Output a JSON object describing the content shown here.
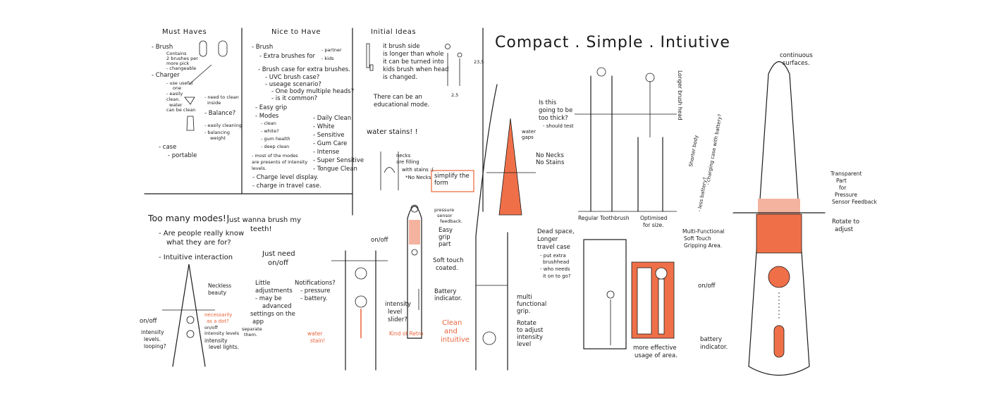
{
  "title": "Compact . Simple . Intiutive",
  "accent_color": "#ef7048",
  "columns": {
    "must_haves": {
      "heading": "Must Haves",
      "lines": [
        "- Brush",
        "Contains",
        "2 brushes per",
        "more pick",
        "- changeable",
        "- Charger",
        "- use useful",
        "one",
        "- easily",
        "clean.",
        "water",
        "can be clean",
        "- need to clean",
        "inside",
        "- Balance?",
        "- easily cleaning",
        "- balancing",
        "weight",
        "- case",
        "- portable"
      ]
    },
    "nice_to_have": {
      "heading": "Nice to Have",
      "lines": [
        "- Brush",
        "- Extra brushes for",
        "- partner",
        "- kids",
        "- Brush case for extra brushes.",
        "- UVC brush case?",
        "- useage scenario?",
        "- One body multiple heads?",
        "- is it common?",
        "- Easy grip",
        "- Modes",
        "- clean",
        "- white?",
        "- gum health",
        "- deep clean",
        "- most of the modes",
        "are presents of intensity",
        "levels.",
        "- Charge level display.",
        "- charge in travel case."
      ],
      "modes": [
        "- Daily Clean",
        "- White",
        "- Sensitive",
        "- Gum Care",
        "- Intense",
        "- Super Sensitive",
        "- Tongue Clean"
      ]
    },
    "initial_ideas": {
      "heading": "Initial Ideas",
      "note_1": [
        "it brush side",
        "is longer than whole",
        "it can be turned into",
        "kids brush when head",
        "is changed."
      ],
      "dims": [
        "23,5",
        "2,5"
      ],
      "note_2": [
        "There can be an",
        "educational mode."
      ],
      "note_3": "water stains! !",
      "note_4": [
        "necks",
        "are filling",
        "with stains :(",
        "*No Necks"
      ],
      "callout": "simplify the form"
    }
  },
  "problems": {
    "too_many_modes": "Too many modes!!",
    "just_wanna_brush": [
      "Just wanna brush my",
      "teeth!"
    ],
    "people_know": [
      "- Are people really know",
      "what they are for?"
    ],
    "intuitive": "- Intuitive interaction",
    "just_need": [
      "Just need",
      "on/off"
    ],
    "little_adjustments": [
      "Little",
      "adjustments",
      "- may be",
      "advanced",
      "settings on the",
      "app"
    ],
    "notifications": [
      "Notifications?",
      "- pressure",
      "- battery."
    ]
  },
  "sketch_labels": {
    "neckless": [
      "Neckless",
      "beauty"
    ],
    "on_off_1": "on/off",
    "intensity_1": [
      "intensity",
      "levels.",
      "looping?"
    ],
    "necessarily": [
      "necessarily",
      "as a dot?"
    ],
    "on_off_small": [
      "on/off",
      "intensity levels",
      "intensity",
      "level lights."
    ],
    "separate": [
      "separate",
      "them."
    ],
    "water_stain": [
      "water",
      "stain!"
    ],
    "on_off_2": "on/off",
    "pressure_sensor": [
      "pressure",
      "sensor",
      "feedback."
    ],
    "easy_grip": [
      "Easy",
      "grip",
      "part"
    ],
    "soft_touch": [
      "Soft touch",
      "coated."
    ],
    "battery_1": [
      "Battery",
      "indicator."
    ],
    "intensity_slider": [
      "intensity",
      "level",
      "slider?"
    ],
    "kind_of_retro": "Kind of Retro",
    "clean_intuitive": [
      "Clean",
      "and",
      "intuitive"
    ],
    "multi_grip": [
      "multi",
      "functional",
      "grip."
    ],
    "rotate_adjust_1": [
      "Rotate",
      "to adjust",
      "intensity",
      "level"
    ],
    "is_this_thick": [
      "Is this",
      "going to be",
      "too thick?",
      "- should test"
    ],
    "water_gaps": [
      "water",
      "gaps"
    ],
    "no_necks": [
      "No Necks",
      "No Stains"
    ],
    "longer_head": "Longer brush head",
    "shorter_body": [
      "Shorter body",
      "- less battery?",
      "- charging case with battery?"
    ],
    "regular": "Regular Toothbrush",
    "optimised": [
      "Optimised",
      "for size."
    ],
    "dead_space": [
      "Dead space,",
      "Longer",
      "travel case",
      "- put extra",
      "brushhead",
      "- who needs",
      "it on to go?"
    ],
    "more_effective": [
      "more effective",
      "usage of area."
    ],
    "continuous": [
      "continuous",
      "surfaces."
    ],
    "transparent": [
      "Transparent",
      "Part",
      "for",
      "Pressure",
      "Sensor Feedback"
    ],
    "multi_functional": [
      "Multi-Functional",
      "Soft Touch",
      "Gripping Area."
    ],
    "rotate_adjust_2": [
      "Rotate to",
      "adjust"
    ],
    "on_off_3": "on/off",
    "battery_2": [
      "battery",
      "indicator."
    ]
  }
}
